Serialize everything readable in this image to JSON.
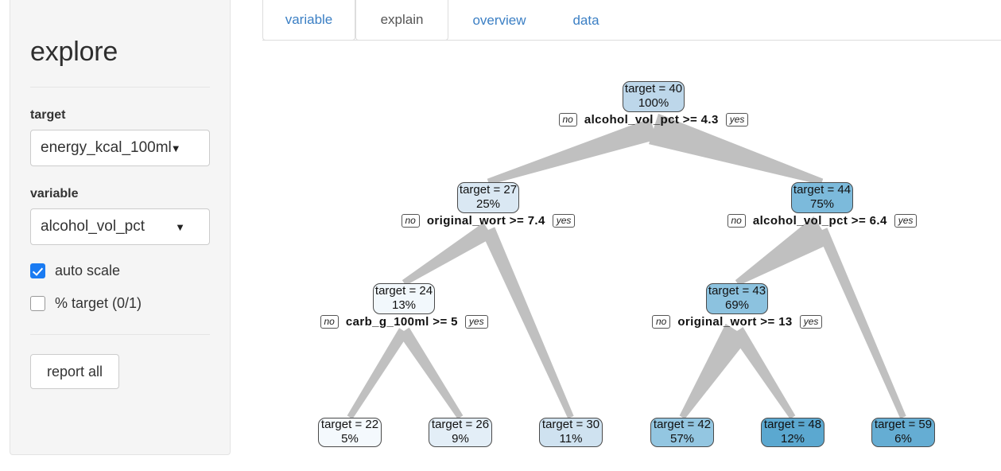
{
  "sidebar": {
    "title": "explore",
    "target": {
      "label": "target",
      "value": "energy_kcal_100ml"
    },
    "variable": {
      "label": "variable",
      "value": "alcohol_vol_pct"
    },
    "checkboxes": [
      {
        "label": "auto scale",
        "checked": true
      },
      {
        "label": "% target (0/1)",
        "checked": false
      }
    ],
    "report_button": "report all"
  },
  "tabs": [
    {
      "label": "variable",
      "active": false
    },
    {
      "label": "explain",
      "active": true
    },
    {
      "label": "overview",
      "active": false
    },
    {
      "label": "data",
      "active": false
    }
  ],
  "chart_data": {
    "type": "tree",
    "title": "",
    "target_variable": "energy_kcal_100ml",
    "no_label": "no",
    "yes_label": "yes",
    "nodes": [
      {
        "id": "n1",
        "line1": "target = 40",
        "line2": "100%",
        "depth": 0,
        "fill": "#bdd7ea"
      },
      {
        "id": "n2",
        "line1": "target = 27",
        "line2": "25%",
        "depth": 1,
        "fill": "#dae8f3"
      },
      {
        "id": "n3",
        "line1": "target = 44",
        "line2": "75%",
        "depth": 1,
        "fill": "#7cbadb"
      },
      {
        "id": "n4",
        "line1": "target = 24",
        "line2": "13%",
        "depth": 2,
        "fill": "#f2f8fc"
      },
      {
        "id": "n5",
        "line1": "target = 43",
        "line2": "69%",
        "depth": 2,
        "fill": "#8cc2df"
      },
      {
        "id": "n6",
        "line1": "target = 22",
        "line2": "5%",
        "depth": 3,
        "fill": "#f4f9fd"
      },
      {
        "id": "n7",
        "line1": "target = 26",
        "line2": "9%",
        "depth": 3,
        "fill": "#e3eef7"
      },
      {
        "id": "n8",
        "line1": "target = 30",
        "line2": "11%",
        "depth": 3,
        "fill": "#cfe2f0"
      },
      {
        "id": "n9",
        "line1": "target = 42",
        "line2": "57%",
        "depth": 3,
        "fill": "#93c6e1"
      },
      {
        "id": "n10",
        "line1": "target = 48",
        "line2": "12%",
        "depth": 3,
        "fill": "#5ba8d0"
      },
      {
        "id": "n11",
        "line1": "target = 59",
        "line2": "6%",
        "depth": 3,
        "fill": "#65adD3"
      }
    ],
    "splits": [
      {
        "id": "s1",
        "condition": "alcohol_vol_pct >= 4.3",
        "node": "n1"
      },
      {
        "id": "s2",
        "condition": "original_wort >= 7.4",
        "node": "n2"
      },
      {
        "id": "s3",
        "condition": "alcohol_vol_pct >= 6.4",
        "node": "n3"
      },
      {
        "id": "s4",
        "condition": "carb_g_100ml >= 5",
        "node": "n4"
      },
      {
        "id": "s5",
        "condition": "original_wort >= 13",
        "node": "n5"
      }
    ],
    "edges": [
      {
        "from": "n1",
        "to": "n2"
      },
      {
        "from": "n1",
        "to": "n3"
      },
      {
        "from": "n2",
        "to": "n4"
      },
      {
        "from": "n2",
        "to": "n8"
      },
      {
        "from": "n3",
        "to": "n5"
      },
      {
        "from": "n3",
        "to": "n11"
      },
      {
        "from": "n4",
        "to": "n6"
      },
      {
        "from": "n4",
        "to": "n7"
      },
      {
        "from": "n5",
        "to": "n9"
      },
      {
        "from": "n5",
        "to": "n10"
      }
    ],
    "edge_color": "#c0c0c0"
  }
}
